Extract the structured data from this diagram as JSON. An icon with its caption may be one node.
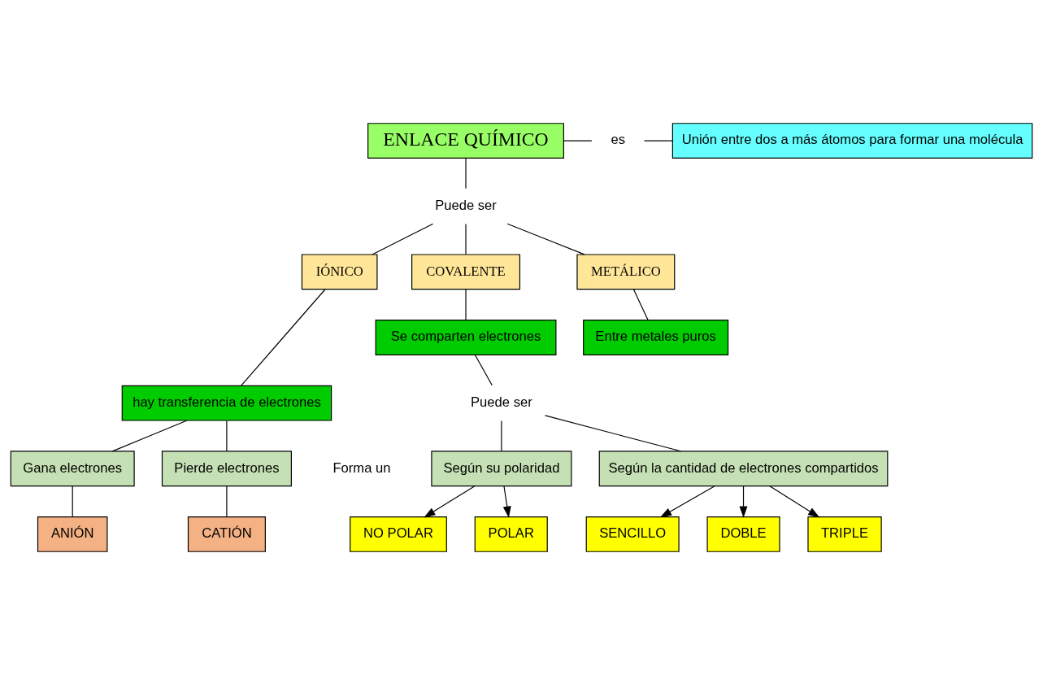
{
  "diagram": {
    "nodes": [
      {
        "text": [
          "ENLACE QUÍMICO"
        ]
      },
      {
        "text": [
          "es"
        ]
      },
      {
        "text": [
          "Unión entre dos a más átomos para formar una molécula"
        ]
      },
      {
        "text": [
          "Puede ser"
        ]
      },
      {
        "text": [
          "IÓNICO"
        ]
      },
      {
        "text": [
          "COVALENTE"
        ]
      },
      {
        "text": [
          "METÁLICO"
        ]
      },
      {
        "text": [
          "hay transferencia de electrones"
        ]
      },
      {
        "text": [
          "Se comparten electrones"
        ]
      },
      {
        "text": [
          "Entre metales puros"
        ]
      },
      {
        "text": [
          "Gana electrones"
        ]
      },
      {
        "text": [
          "Pierde electrones"
        ]
      },
      {
        "text": [
          "ANIÓN"
        ]
      },
      {
        "text": [
          "CATIÓN"
        ]
      },
      {
        "text": [
          "Puede ser"
        ]
      },
      {
        "text": [
          "Según su polaridad"
        ]
      },
      {
        "text": [
          "Según la cantidad de electrones compartidos"
        ]
      },
      {
        "text": [
          "NO POLAR"
        ]
      },
      {
        "text": [
          "POLAR"
        ]
      },
      {
        "text": [
          "SENCILLO"
        ]
      },
      {
        "text": [
          "DOBLE"
        ]
      },
      {
        "text": [
          "TRIPLE"
        ]
      }
    ],
    "edges": [
      {
        "from": 0,
        "to": 1,
        "arrow": "none"
      },
      {
        "from": 1,
        "to": 2,
        "arrow": "none"
      },
      {
        "from": 0,
        "to": 3,
        "arrow": "none"
      },
      {
        "from": 3,
        "to": 4,
        "arrow": "none"
      },
      {
        "from": 3,
        "to": 5,
        "arrow": "none"
      },
      {
        "from": 3,
        "to": 6,
        "arrow": "none"
      },
      {
        "from": 4,
        "to": 7,
        "arrow": "none"
      },
      {
        "from": 5,
        "to": 8,
        "arrow": "none"
      },
      {
        "from": 6,
        "to": 9,
        "arrow": "none"
      },
      {
        "from": 7,
        "to": 10,
        "arrow": "none"
      },
      {
        "from": 7,
        "to": 11,
        "arrow": "none"
      },
      {
        "from": 10,
        "to": 12,
        "arrow": "none"
      },
      {
        "from": 11,
        "to": 13,
        "arrow": "none"
      },
      {
        "from": 8,
        "to": 14,
        "arrow": "none"
      },
      {
        "from": 14,
        "to": 15,
        "arrow": "none"
      },
      {
        "from": 14,
        "to": 16,
        "arrow": "none"
      },
      {
        "from": 15,
        "to": 17,
        "arrow": "to"
      },
      {
        "from": 15,
        "to": 18,
        "arrow": "to"
      },
      {
        "from": 16,
        "to": 19,
        "arrow": "to"
      },
      {
        "from": 16,
        "to": 20,
        "arrow": "to"
      },
      {
        "from": 16,
        "to": 21,
        "arrow": "to"
      }
    ],
    "labels": [
      "Forma un"
    ]
  }
}
